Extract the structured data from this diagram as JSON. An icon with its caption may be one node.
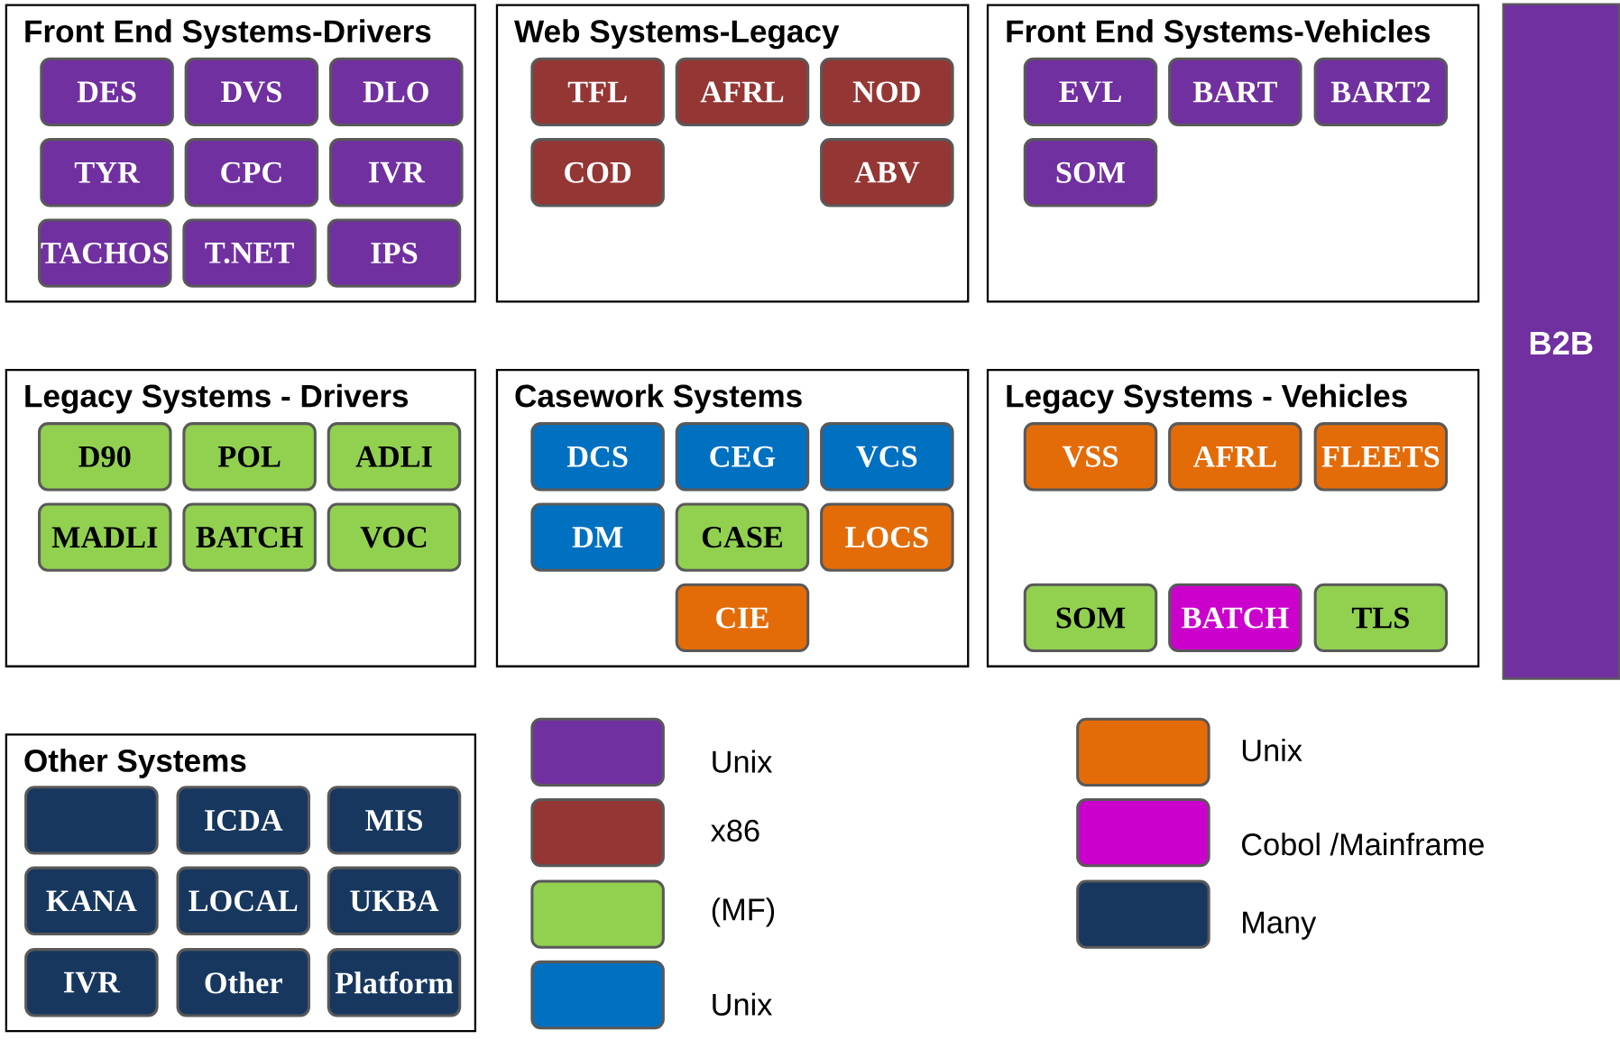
{
  "diagram": {
    "nodes": [
      {
        "text": [
          "Front End Systems-Drivers"
        ]
      },
      {
        "text": [
          "DES"
        ],
        "in": 0
      },
      {
        "text": [
          "DVS"
        ],
        "in": 0
      },
      {
        "text": [
          "DLO"
        ],
        "in": 0
      },
      {
        "text": [
          "TYR"
        ],
        "in": 0
      },
      {
        "text": [
          "CPC"
        ],
        "in": 0
      },
      {
        "text": [
          "IVR"
        ],
        "in": 0
      },
      {
        "text": [
          "TACHOS"
        ],
        "in": 0
      },
      {
        "text": [
          "T.NET"
        ],
        "in": 0
      },
      {
        "text": [
          "IPS"
        ],
        "in": 0
      },
      {
        "text": [
          "Web Systems-Legacy"
        ]
      },
      {
        "text": [
          "TFL"
        ],
        "in": 10
      },
      {
        "text": [
          "AFRL"
        ],
        "in": 10
      },
      {
        "text": [
          "NOD"
        ],
        "in": 10
      },
      {
        "text": [
          "COD"
        ],
        "in": 10
      },
      {
        "text": [
          "ABV"
        ],
        "in": 10
      },
      {
        "text": [
          "Front End Systems-Vehicles"
        ]
      },
      {
        "text": [
          "EVL"
        ],
        "in": 16
      },
      {
        "text": [
          "BART"
        ],
        "in": 16
      },
      {
        "text": [
          "BART2"
        ],
        "in": 16
      },
      {
        "text": [
          "SOM"
        ],
        "in": 16
      },
      {
        "text": [
          "B2B"
        ]
      },
      {
        "text": [
          "Legacy Systems - Drivers"
        ]
      },
      {
        "text": [
          "D90"
        ],
        "in": 22
      },
      {
        "text": [
          "POL"
        ],
        "in": 22
      },
      {
        "text": [
          "ADLI"
        ],
        "in": 22
      },
      {
        "text": [
          "MADLI"
        ],
        "in": 22
      },
      {
        "text": [
          "BATCH"
        ],
        "in": 22
      },
      {
        "text": [
          "VOC"
        ],
        "in": 22
      },
      {
        "text": [
          "Casework Systems"
        ]
      },
      {
        "text": [
          "DCS"
        ],
        "in": 29
      },
      {
        "text": [
          "CEG"
        ],
        "in": 29
      },
      {
        "text": [
          "VCS"
        ],
        "in": 29
      },
      {
        "text": [
          "DM"
        ],
        "in": 29
      },
      {
        "text": [
          "CASE"
        ],
        "in": 29
      },
      {
        "text": [
          "LOCS"
        ],
        "in": 29
      },
      {
        "text": [
          "CIE"
        ],
        "in": 29
      },
      {
        "text": [
          "Legacy Systems - Vehicles"
        ]
      },
      {
        "text": [
          "VSS"
        ],
        "in": 37
      },
      {
        "text": [
          "AFRL"
        ],
        "in": 37
      },
      {
        "text": [
          "FLEETS"
        ],
        "in": 37
      },
      {
        "text": [
          "SOM"
        ],
        "in": 37
      },
      {
        "text": [
          "BATCH"
        ],
        "in": 37
      },
      {
        "text": [
          "TLS"
        ],
        "in": 37
      },
      {
        "text": [
          "Other Systems"
        ]
      },
      {
        "text": [],
        "shape": "box",
        "in": 44
      },
      {
        "text": [
          "ICDA"
        ],
        "in": 44
      },
      {
        "text": [
          "MIS"
        ],
        "in": 44
      },
      {
        "text": [
          "KANA"
        ],
        "in": 44
      },
      {
        "text": [
          "LOCAL"
        ],
        "in": 44
      },
      {
        "text": [
          "UKBA"
        ],
        "in": 44
      },
      {
        "text": [
          "IVR"
        ],
        "in": 44
      },
      {
        "text": [
          "Other"
        ],
        "in": 44
      },
      {
        "text": [
          "Platform"
        ],
        "in": 44
      }
    ],
    "legend": [
      {
        "text": "Unix",
        "color": "#7030a0"
      },
      {
        "text": "x86",
        "color": "#943634"
      },
      {
        "text": "(MF)",
        "color": "#92d050"
      },
      {
        "text": "Unix",
        "color": "#0070c0"
      },
      {
        "text": "Unix",
        "color": "#e36c09"
      },
      {
        "text": "Cobol /Mainframe",
        "color": "#cc00cc"
      },
      {
        "text": "Many",
        "color": "#17375e"
      }
    ]
  }
}
